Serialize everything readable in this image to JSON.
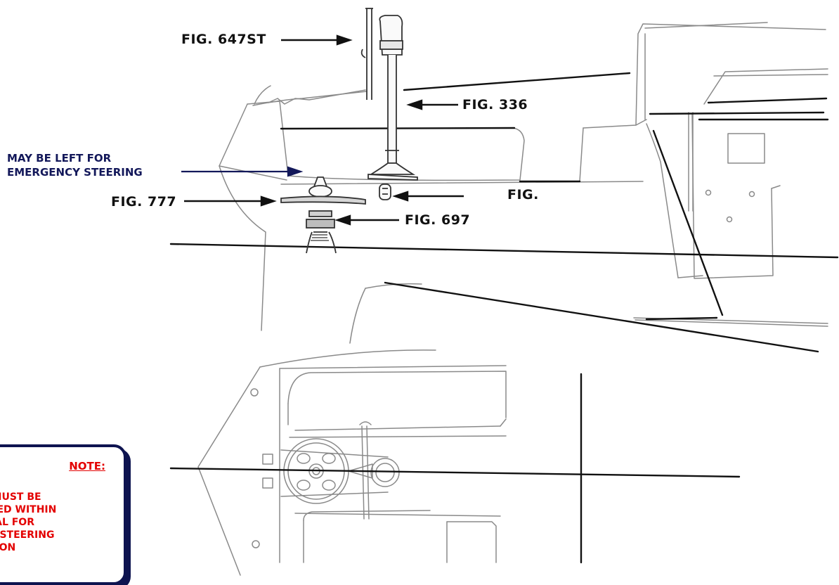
{
  "labels": {
    "fig_647st": "FIG. 647ST",
    "fig_336": "FIG. 336",
    "emergency_line1": "MAY BE LEFT FOR",
    "emergency_line2": "EMERGENCY STEERING",
    "fig_777": "FIG. 777",
    "fig_blank": "FIG.",
    "fig_697": "FIG. 697"
  },
  "note": {
    "title": "NOTE:",
    "text": "ES MUST BE\nOSSED WITHIN\nESTAL FOR\nPER STEERING\nECTION"
  },
  "colors": {
    "ink": "#111111",
    "navy": "#13185a",
    "note_red": "#e30000",
    "sketch": "#8a8a8a"
  }
}
